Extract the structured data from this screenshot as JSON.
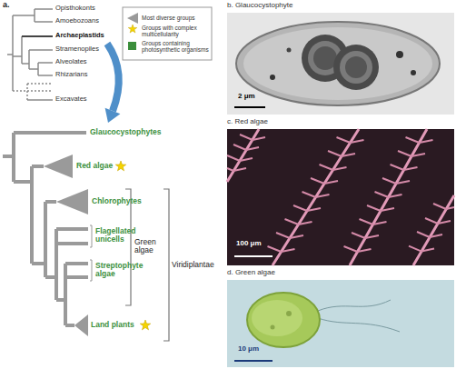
{
  "diagram": {
    "nodes": [
      {
        "text": [
          "b. Glaucocystophyte",
          "2 μm"
        ]
      },
      {
        "text": [
          "c. Red algae",
          "100 μm"
        ]
      },
      {
        "text": [
          "d. Green algae",
          "10 μm"
        ]
      }
    ],
    "labels": [
      "a.",
      "Opisthokonts",
      "Amoebozoans",
      "Archaeplastids",
      "Stramenopiles",
      "Alveolates",
      "Rhizarians",
      "Excavates",
      "Glaucocystophytes",
      "Red algae",
      "Chlorophytes",
      "Flagellated unicells",
      "Streptophyte algae",
      "Land plants",
      "Green algae",
      "Viridiplantae"
    ],
    "legend": [
      {
        "text": "Most diverse groups"
      },
      {
        "text": "Groups with complex multicellularity"
      },
      {
        "text": "Groups containing photosynthetic organisms",
        "color": "#3b8e3b"
      }
    ]
  }
}
